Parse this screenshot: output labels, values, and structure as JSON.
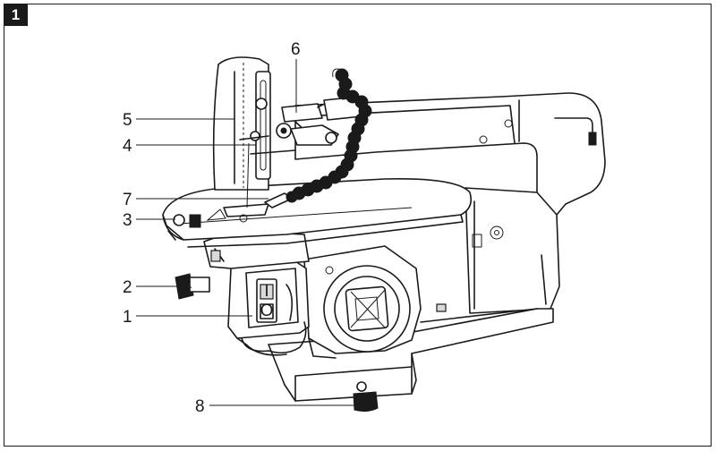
{
  "figure": {
    "number": "1"
  },
  "callouts": [
    {
      "id": "1",
      "label": "1"
    },
    {
      "id": "2",
      "label": "2"
    },
    {
      "id": "3",
      "label": "3"
    },
    {
      "id": "4",
      "label": "4"
    },
    {
      "id": "5",
      "label": "5"
    },
    {
      "id": "6",
      "label": "6"
    },
    {
      "id": "7",
      "label": "7"
    },
    {
      "id": "8",
      "label": "8"
    }
  ],
  "switch_panel": {
    "on_symbol": "I",
    "off_symbol": "O"
  },
  "colors": {
    "line": "#1a1a1a",
    "background": "#ffffff",
    "shade": "#d9d9d9"
  }
}
